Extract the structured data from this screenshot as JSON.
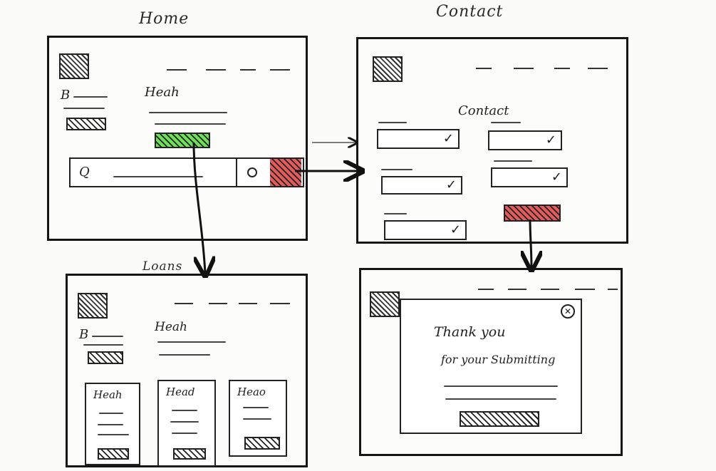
{
  "labels": {
    "home": "Home",
    "contact": "Contact",
    "loans": "Loans"
  },
  "home": {
    "heading": "Heah",
    "search_glyph": "Q"
  },
  "contact": {
    "heading": "Contact"
  },
  "loans": {
    "heading": "Heah",
    "cards": [
      {
        "title": "Heah"
      },
      {
        "title": "Head"
      },
      {
        "title": "Heao"
      }
    ]
  },
  "thanks": {
    "line1": "Thank you",
    "line2": "for your Submitting"
  },
  "colors": {
    "cta_green": "#6ee05a",
    "cta_red": "#e35b5b",
    "ink": "#151515"
  }
}
